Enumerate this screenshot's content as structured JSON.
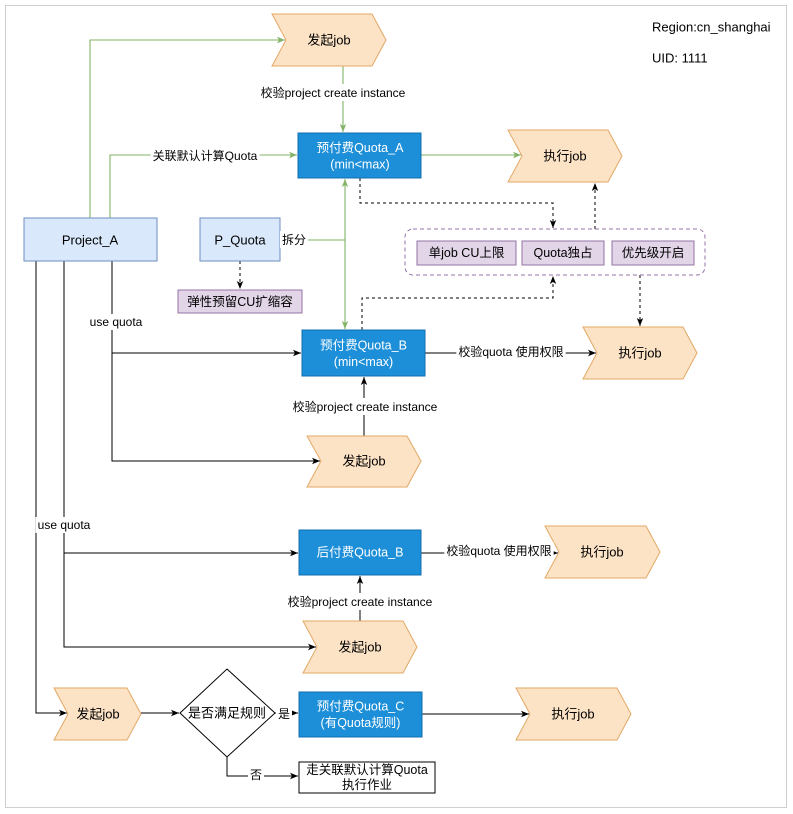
{
  "header": {
    "region": "Region:cn_shanghai",
    "uid": "UID: 1111"
  },
  "nodes": {
    "start_job_1": "发起job",
    "quota_a": [
      "预付费Quota_A",
      "(min<max)"
    ],
    "exec_job_1": "执行job",
    "project_a": "Project_A",
    "p_quota": "P_Quota",
    "elastic_cu": "弹性预留CU扩缩容",
    "policy_cu_limit": "单job CU上限",
    "policy_exclusive": "Quota独占",
    "policy_priority": "优先级开启",
    "quota_b": [
      "预付费Quota_B",
      "(min<max)"
    ],
    "exec_job_2": "执行job",
    "start_job_2": "发起job",
    "postpaid_quota_b": "后付费Quota_B",
    "exec_job_3": "执行job",
    "start_job_3": "发起job",
    "start_job_4": "发起job",
    "rule_check": "是否满足规则",
    "quota_c": [
      "预付费Quota_C",
      "(有Quota规则)"
    ],
    "exec_job_4": "执行job",
    "default_quota_job": [
      "走关联默认计算Quota",
      "执行作业"
    ]
  },
  "edge_labels": {
    "verify_project_1": "校验project create instance",
    "link_default_quota": "关联默认计算Quota",
    "split": "拆分",
    "use_quota_1": "use quota",
    "verify_quota_1": "校验quota 使用权限",
    "verify_project_2": "校验project create instance",
    "use_quota_2": "use quota",
    "verify_quota_2": "校验quota 使用权限",
    "verify_project_3": "校验project create instance",
    "yes": "是",
    "no": "否"
  },
  "colors": {
    "quota_blue": "#1d8fd8",
    "quota_blue_stroke": "#106fb1",
    "job_fill": "#fde3c6",
    "job_stroke": "#e2a866",
    "green_edge": "#82b366",
    "purple_fill": "#e1d5e7",
    "purple_stroke": "#9673a6",
    "light_blue_fill": "#dae8fc",
    "light_blue_stroke": "#6c8ebf"
  }
}
